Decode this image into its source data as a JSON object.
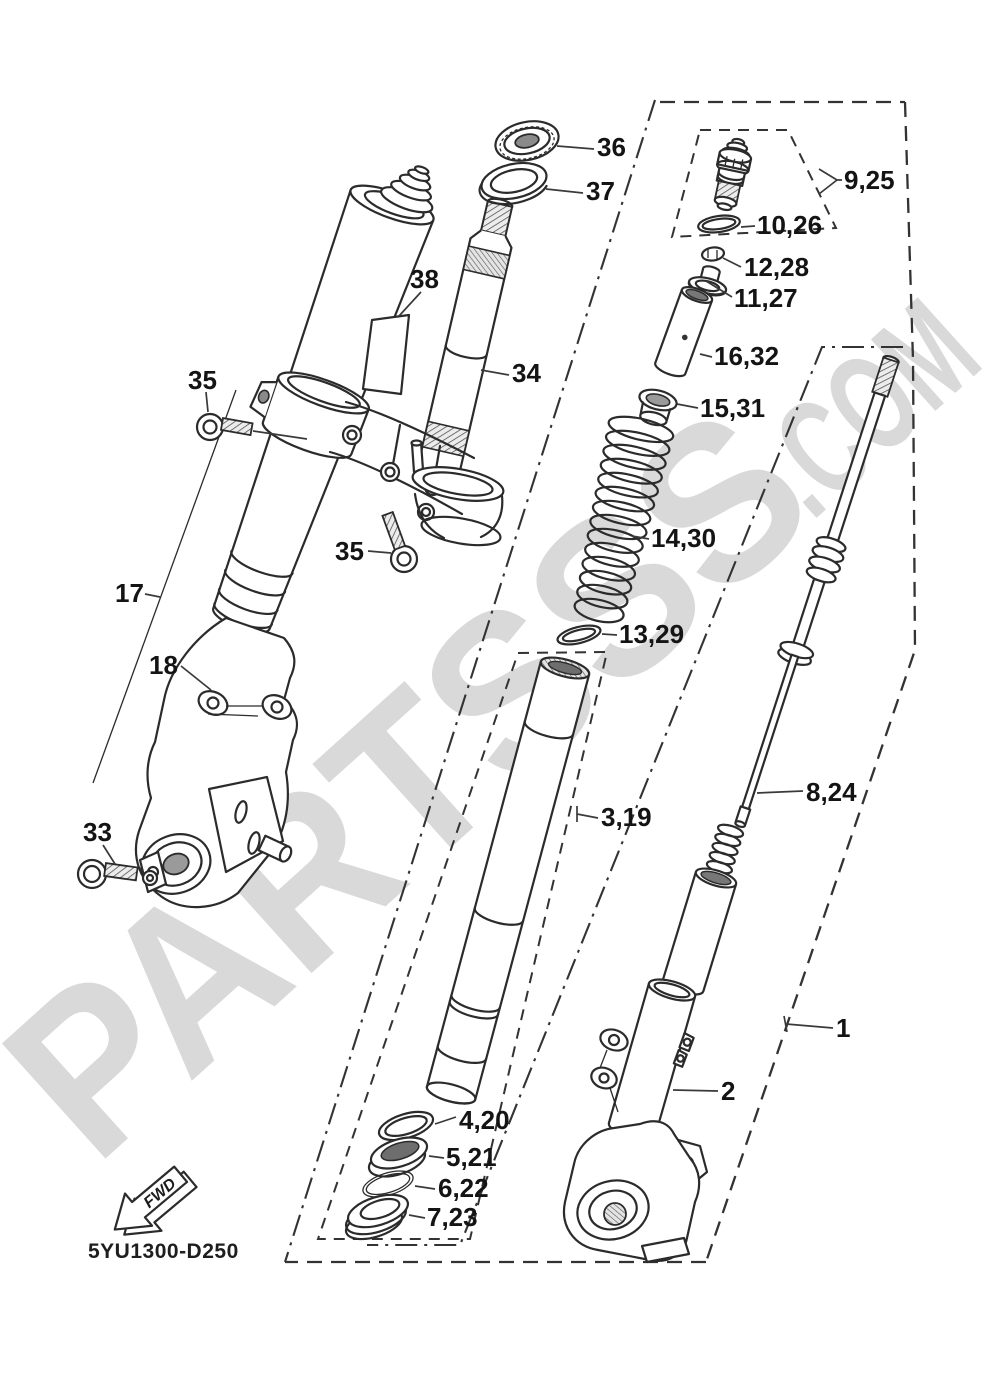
{
  "diagram": {
    "code": "5YU1300-D250",
    "fwd_label": "FWD",
    "watermark_main": "PARTSSS",
    "watermark_suffix": ".COM",
    "watermark_color": "#d9d9d9",
    "line_color": "#2b2b2b"
  },
  "callouts": [
    {
      "text": "36"
    },
    {
      "text": "37"
    },
    {
      "text": "38"
    },
    {
      "text": "34"
    },
    {
      "text": "35"
    },
    {
      "text": "35"
    },
    {
      "text": "17"
    },
    {
      "text": "18"
    },
    {
      "text": "33"
    },
    {
      "text": "9,25"
    },
    {
      "text": "10,26"
    },
    {
      "text": "12,28"
    },
    {
      "text": "11,27"
    },
    {
      "text": "16,32"
    },
    {
      "text": "15,31"
    },
    {
      "text": "14,30"
    },
    {
      "text": "13,29"
    },
    {
      "text": "3,19"
    },
    {
      "text": "4,20"
    },
    {
      "text": "5,21"
    },
    {
      "text": "6,22"
    },
    {
      "text": "7,23"
    },
    {
      "text": "8,24"
    },
    {
      "text": "1"
    },
    {
      "text": "2"
    }
  ]
}
